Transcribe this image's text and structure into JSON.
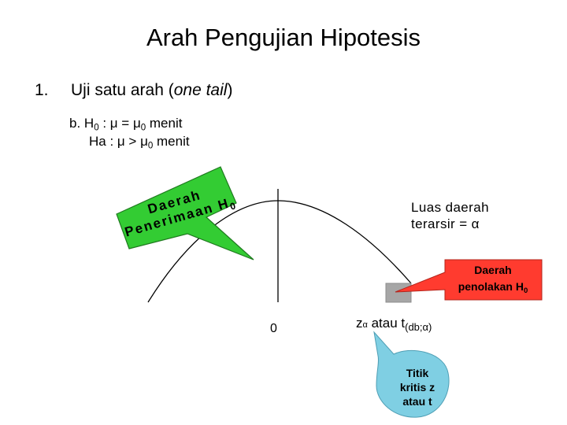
{
  "title": "Arah Pengujian Hipotesis",
  "list": {
    "number": "1.",
    "text_before": "Uji satu arah (",
    "text_italic": "one tail",
    "text_after": ")"
  },
  "hypotheses": {
    "h0_prefix": "b. H",
    "h0_sub": "0",
    "h0_mid": " : μ = μ",
    "h0_sub2": "0",
    "h0_suffix": " menit",
    "ha_prefix": "Ha : μ > μ",
    "ha_sub": "0",
    "ha_suffix": " menit"
  },
  "callouts": {
    "acceptance_line1": "Daerah",
    "acceptance_line2": "Penerimaan H",
    "acceptance_sub": "0",
    "shaded_area_line1": "Luas daerah",
    "shaded_area_line2": "terarsir = α",
    "rejection_line1": "Daerah",
    "rejection_line2": "penolakan H",
    "rejection_sub": "0",
    "critical_line1": "Titik",
    "critical_line2": "kritis z",
    "critical_line3": "atau t"
  },
  "axis": {
    "zero_label": "0",
    "z_label_main": "z",
    "z_label_sub": "α",
    "z_label_mid": " atau t",
    "z_label_tsub": "(db;α)"
  },
  "colors": {
    "acceptance_callout": "#33cc33",
    "rejection_callout": "#ff3b2f",
    "critical_callout": "#7fcfe3",
    "shaded_region": "#a6a6a6"
  }
}
